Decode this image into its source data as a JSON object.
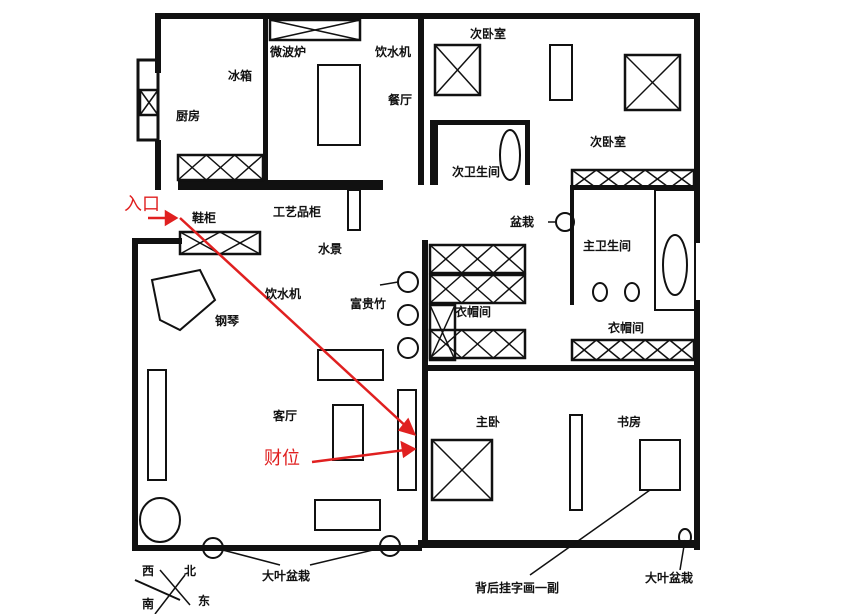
{
  "plan": {
    "rooms": {
      "kitchen": "厨房",
      "dining": "餐厅",
      "bedroom_2a": "次卧室",
      "bedroom_2b": "次卧室",
      "guest_bath": "次卫生间",
      "master_bath": "主卫生间",
      "closet_a": "衣帽间",
      "closet_b": "衣帽间",
      "living": "客厅",
      "master_bedroom": "主卧",
      "study": "书房"
    },
    "fixtures": {
      "fridge": "冰箱",
      "microwave": "微波炉",
      "water_dispenser_dining": "饮水机",
      "craft_cabinet": "工艺品柜",
      "shoe_cabinet": "鞋柜",
      "water_feature": "水景",
      "potted_plant": "盆栽",
      "water_dispenser_living": "饮水机",
      "lucky_bamboo": "富贵竹",
      "piano": "钢琴",
      "large_leaf_plant_left": "大叶盆栽",
      "large_leaf_plant_right": "大叶盆栽",
      "painting_note": "背后挂字画一副"
    },
    "annotations": {
      "entrance": "入口",
      "wealth_position": "财位"
    },
    "compass": {
      "west": "西",
      "north": "北",
      "south": "南",
      "east": "东"
    },
    "colors": {
      "annotation": "#e02020",
      "walls": "#111111"
    }
  }
}
